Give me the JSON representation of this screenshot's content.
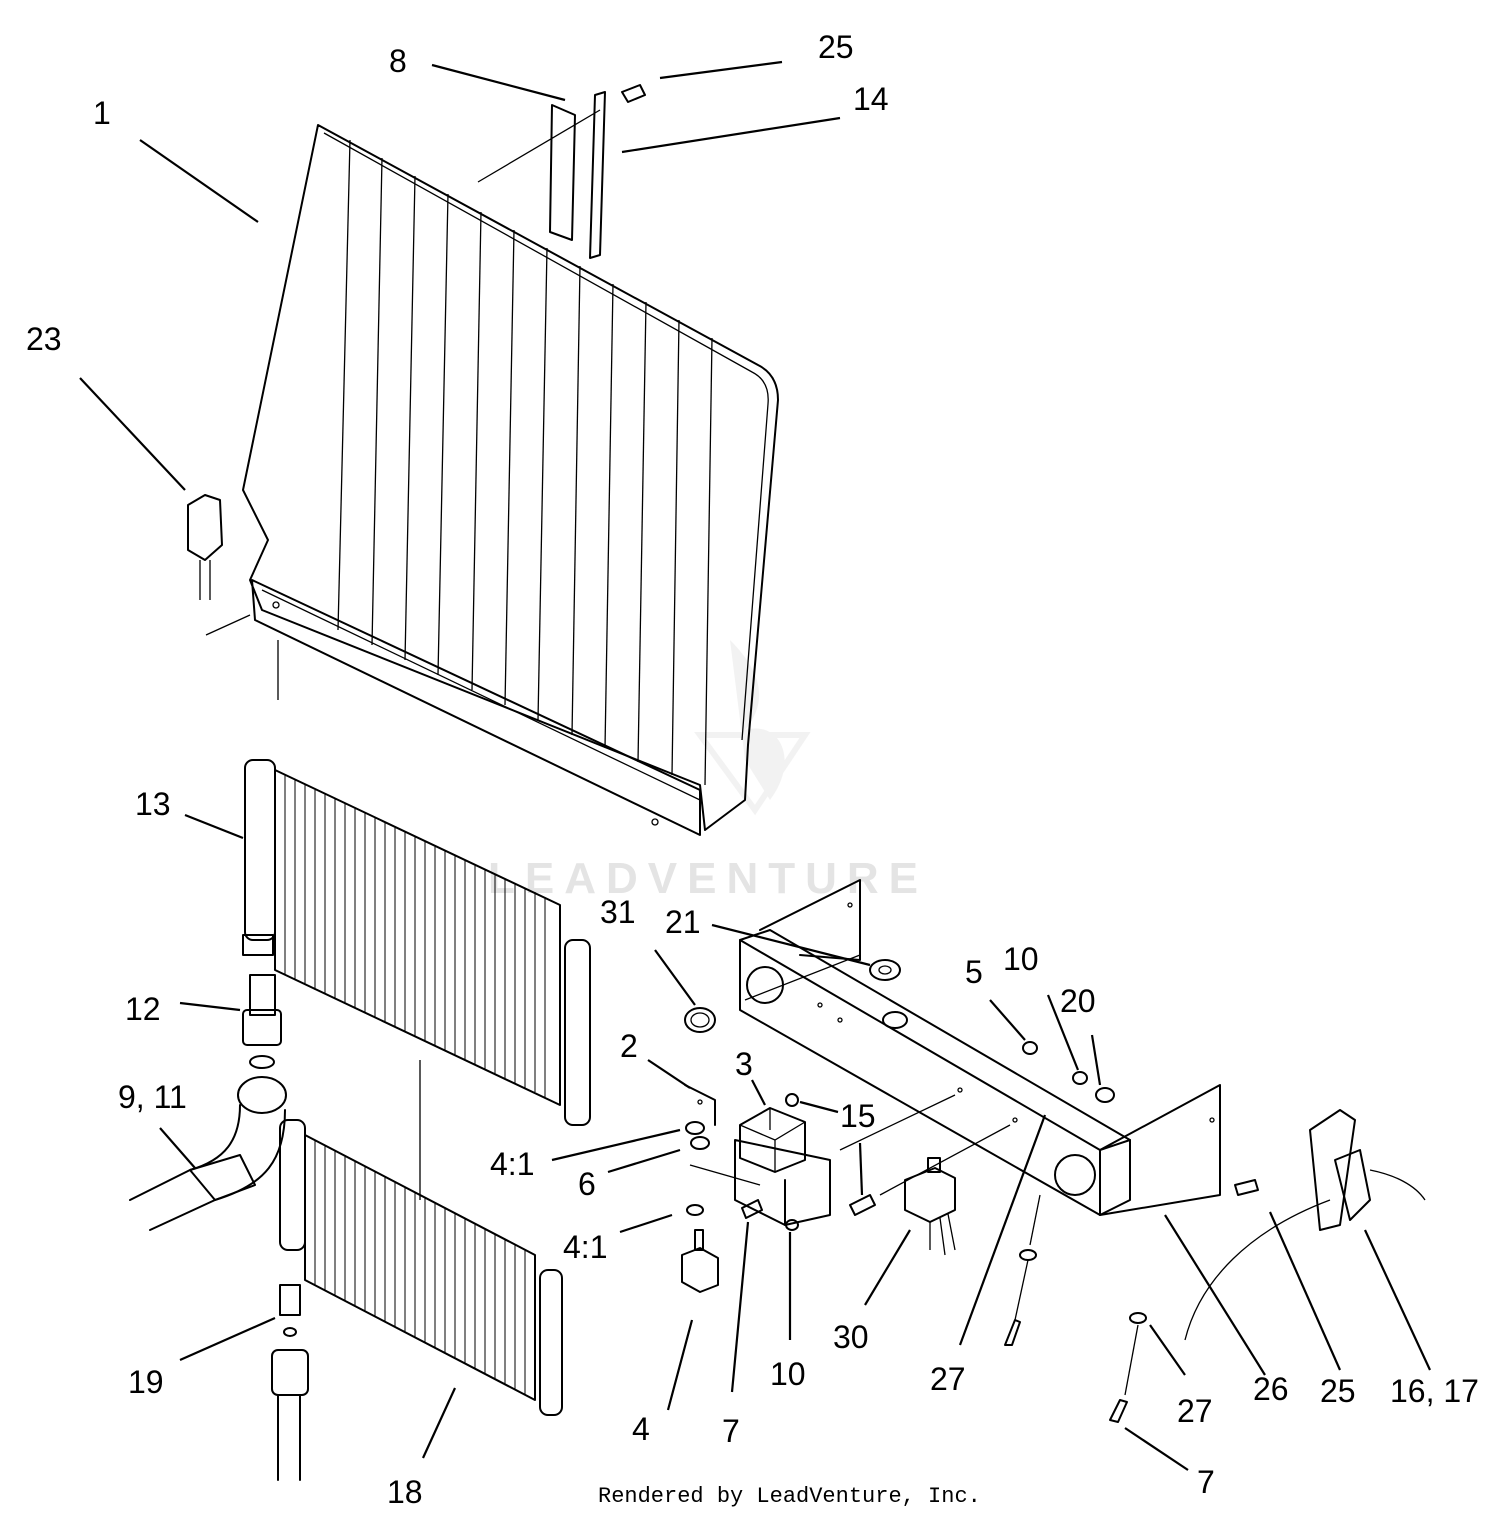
{
  "watermark_text": "LEADVENTURE",
  "credit_text": "Rendered by LeadVenture, Inc.",
  "callouts": {
    "c1": "1",
    "c8": "8",
    "c25_top": "25",
    "c14": "14",
    "c23": "23",
    "c13": "13",
    "c12": "12",
    "c9_11": "9, 11",
    "c19": "19",
    "c18": "18",
    "c31": "31",
    "c21": "21",
    "c5": "5",
    "c10_top": "10",
    "c20": "20",
    "c2": "2",
    "c3": "3",
    "c15": "15",
    "c4_1_top": "4:1",
    "c6": "6",
    "c4_1_bottom": "4:1",
    "c4": "4",
    "c7_left": "7",
    "c10_bottom": "10",
    "c30": "30",
    "c27_left": "27",
    "c26": "26",
    "c25_right": "25",
    "c16_17": "16, 17",
    "c27_right": "27",
    "c7_right": "7"
  }
}
